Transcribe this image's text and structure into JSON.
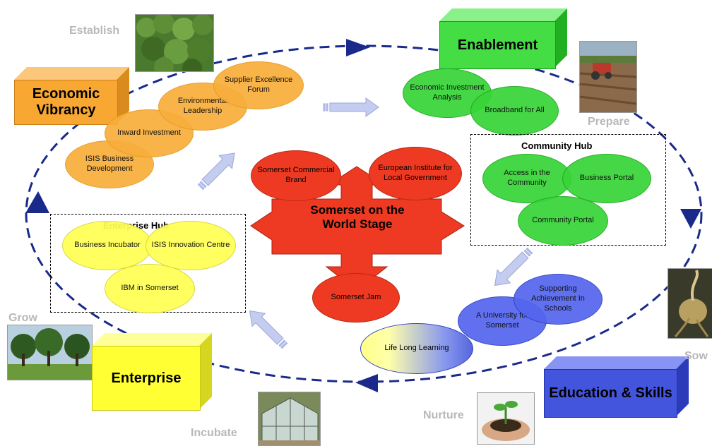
{
  "stages": {
    "establish": "Establish",
    "prepare": "Prepare",
    "sow": "Sow",
    "nurture": "Nurture",
    "incubate": "Incubate",
    "grow": "Grow"
  },
  "boxes": {
    "economic_vibrancy": "Economic Vibrancy",
    "enablement": "Enablement",
    "education_skills": "Education & Skills",
    "enterprise": "Enterprise"
  },
  "center": {
    "title": "Somerset on the World Stage",
    "nodes": [
      "Somerset Commercial Brand",
      "European Institute for Local Government",
      "Somerset Jam"
    ]
  },
  "orange_nodes": [
    "ISIS Business Development",
    "Inward Investment",
    "Environmental Leadership",
    "Supplier Excellence Forum"
  ],
  "green_nodes": [
    "Economic Investment Analysis",
    "Broadband for All"
  ],
  "community_hub": {
    "title": "Community Hub",
    "nodes": [
      "Access in the Community",
      "Business Portal",
      "Community  Portal"
    ]
  },
  "enterprise_hub": {
    "title": "Enterprise Hub",
    "nodes": [
      "Business Incubator",
      "ISIS Innovation Centre",
      "IBM in Somerset"
    ]
  },
  "education_nodes": [
    "Supporting Achievement In Schools",
    "A University for Somerset",
    "Life Long Learning"
  ],
  "colors": {
    "orange": "#f8ae3c",
    "green": "#38d438",
    "red": "#ee3a22",
    "yellow": "#ffff55",
    "blue": "#5566ee",
    "cycle": "#1a2a8a"
  }
}
